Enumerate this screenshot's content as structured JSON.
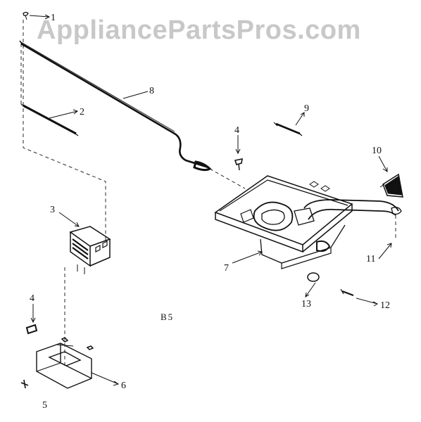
{
  "watermark": "AppliancePartsPros.com",
  "diagram_code": "B5",
  "callouts": {
    "c1": "1",
    "c2": "2",
    "c3": "3",
    "c4a": "4",
    "c4b": "4",
    "c5": "5",
    "c6": "6",
    "c7": "7",
    "c8": "8",
    "c9": "9",
    "c10": "10",
    "c11": "11",
    "c12": "12",
    "c13": "13"
  },
  "colors": {
    "ink": "#111111",
    "watermark": "#c8c8c8",
    "background": "#ffffff"
  }
}
